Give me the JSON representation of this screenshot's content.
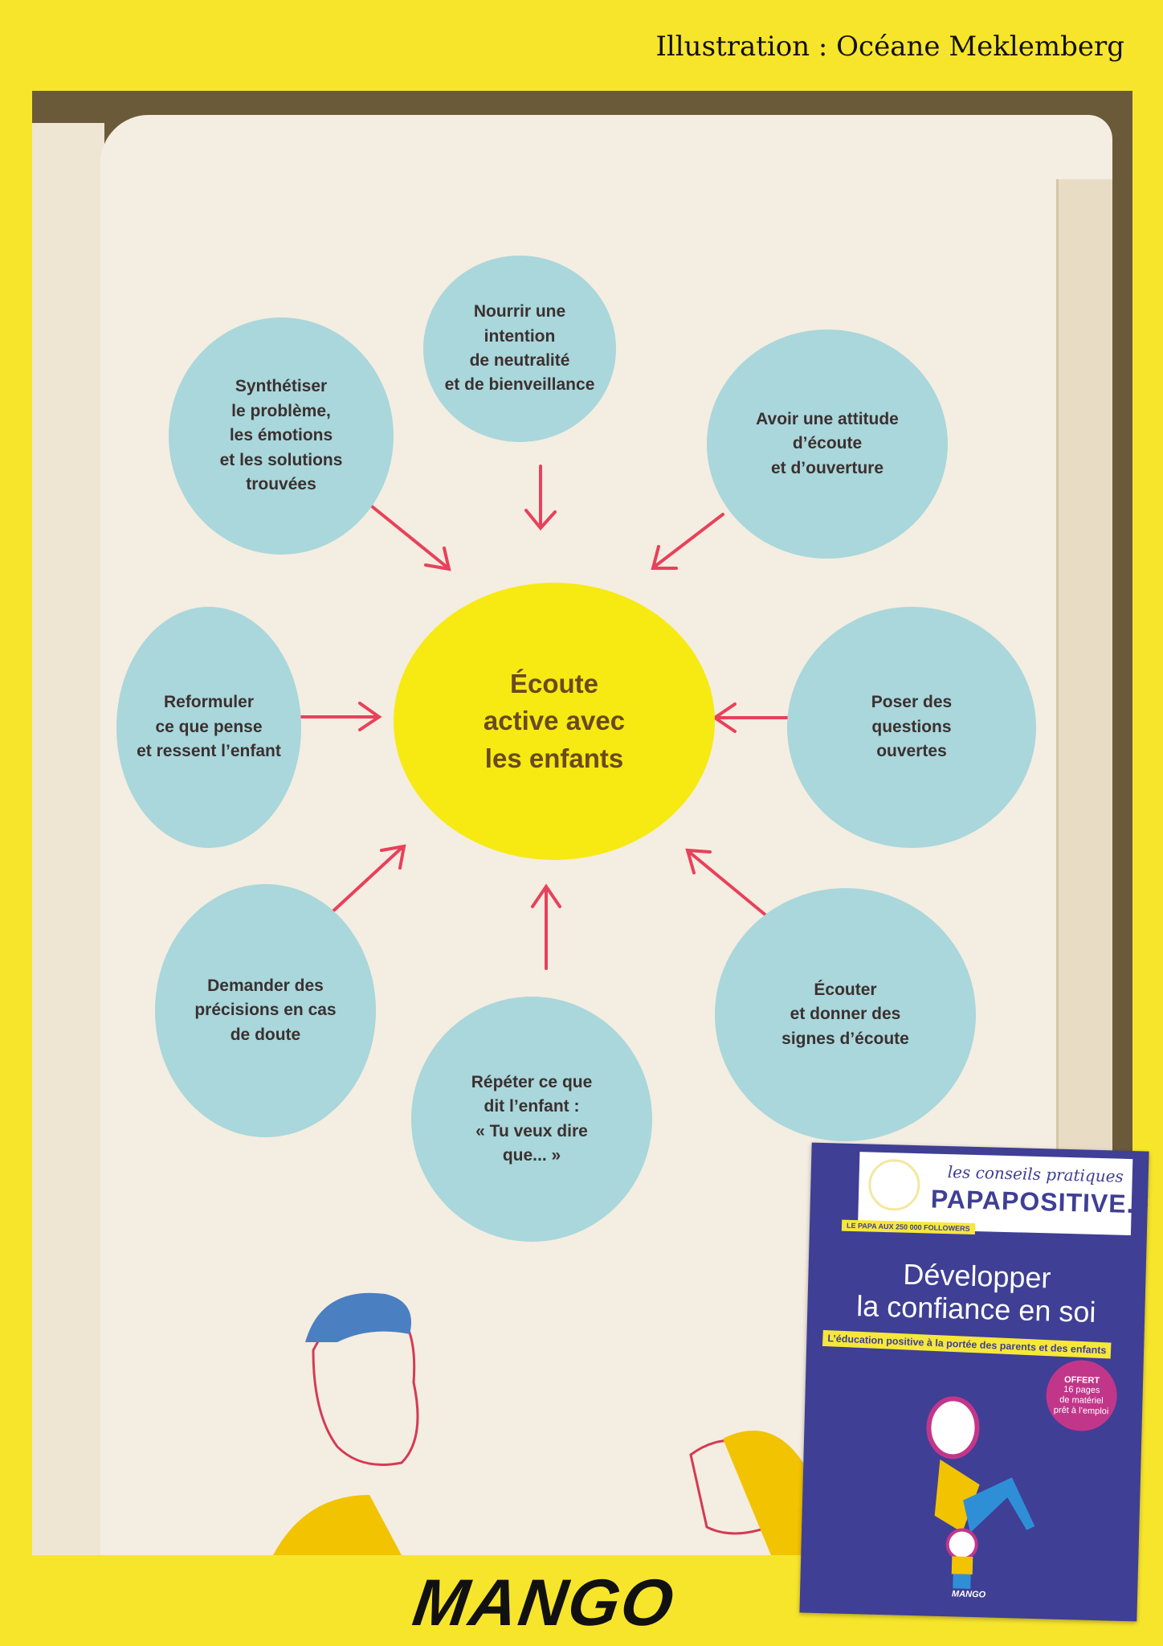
{
  "credit": "Illustration : Océane Meklemberg",
  "diagram": {
    "center": "Écoute\nactive avec\nles enfants",
    "nodes": [
      "Nourrir une\nintention\nde neutralité\net de bienveillance",
      "Synthétiser\nle problème,\nles émotions\net les solutions\ntrouvées",
      "Avoir une attitude\nd’écoute\net d’ouverture",
      "Reformuler\nce que pense\net ressent l’enfant",
      "Poser des\nquestions\nouvertes",
      "Demander des\nprécisions en cas\nde doute",
      "Répéter ce que\ndit l’enfant :\n« Tu veux dire\nque... »",
      "Écouter\net donner des\nsignes d’écoute"
    ],
    "arrow_color": "#e8415a"
  },
  "cover": {
    "series": "les conseils pratiques",
    "brand": "PAPAPOSITIVE.FR",
    "tag": "LE PAPA AUX 250 000 FOLLOWERS",
    "title": "Développer\nla confiance en soi",
    "subtitle": "L’éducation positive à la portée des parents et des enfants",
    "offer": {
      "head": "OFFERT",
      "l1": "16 pages",
      "l2": "de matériel",
      "l3": "prêt à l’emploi"
    },
    "publisher": "MANGO"
  },
  "logo": "MANGO"
}
